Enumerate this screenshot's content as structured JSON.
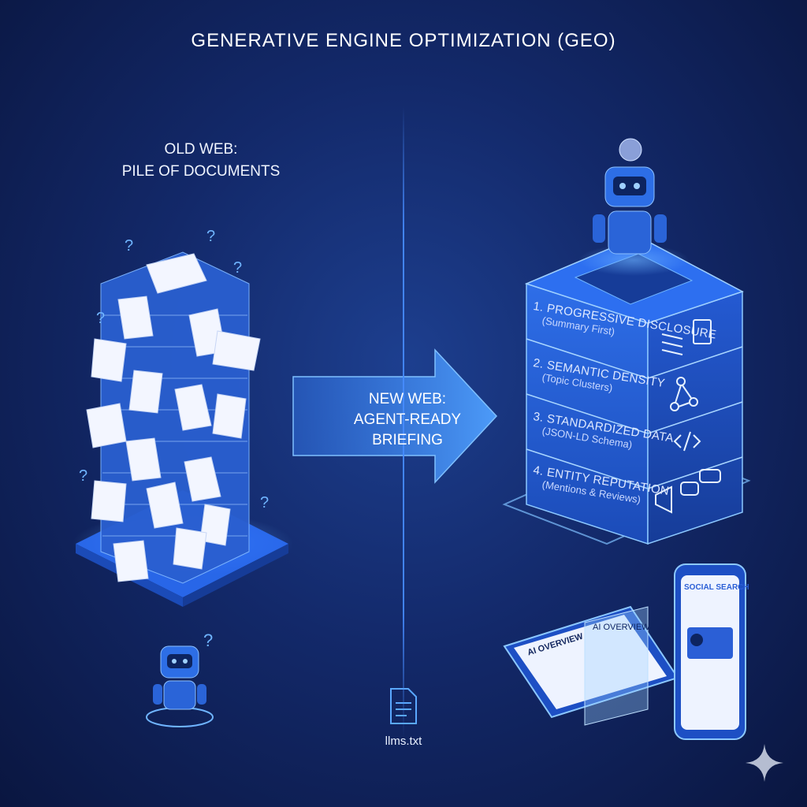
{
  "title": "GENERATIVE ENGINE OPTIMIZATION (GEO)",
  "left": {
    "label_line1": "OLD WEB:",
    "label_line2": "PILE OF DOCUMENTS"
  },
  "arrow": {
    "line1": "NEW WEB:",
    "line2": "AGENT-READY",
    "line3": "BRIEFING"
  },
  "layers": [
    {
      "title": "1. PROGRESSIVE DISCLOSURE",
      "subtitle": "(Summary First)",
      "icon": "list-document-icon"
    },
    {
      "title": "2. SEMANTIC DENSITY",
      "subtitle": "(Topic Clusters)",
      "icon": "network-icon"
    },
    {
      "title": "3. STANDARDIZED DATA",
      "subtitle": "(JSON-LD Schema)",
      "icon": "code-icon"
    },
    {
      "title": "4. ENTITY REPUTATION",
      "subtitle": "(Mentions & Reviews)",
      "icon": "megaphone-icon"
    }
  ],
  "file_label": "llms.txt",
  "screens": {
    "tablet_title": "AI OVERVIEW",
    "overlay_title": "AI OVERVIEW",
    "phone_title": "SOCIAL SEARCH"
  },
  "colors": {
    "background": "#13296a",
    "accent": "#3f8cff",
    "glow": "#6fb4ff"
  }
}
